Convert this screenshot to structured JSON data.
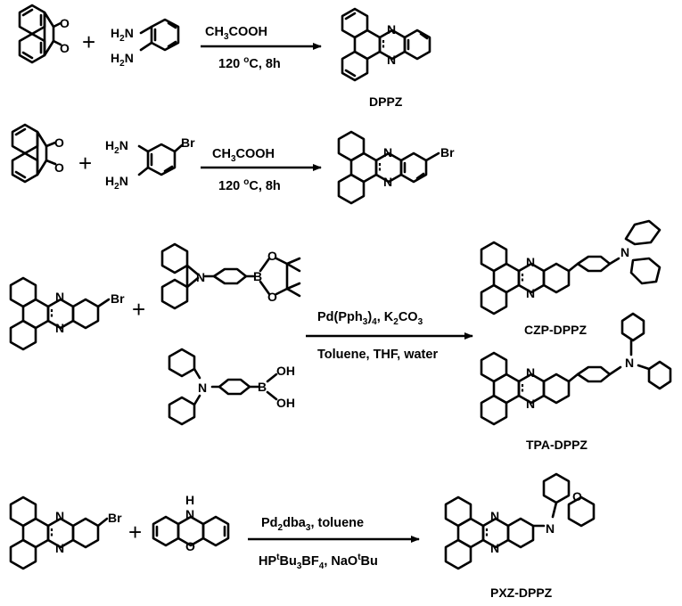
{
  "reactions": [
    {
      "reagent_top": "CH3COOH",
      "reagent_bottom": "120 oC, 8h",
      "reactant_a": "phenanthrenequinone",
      "reactant_b": "o-phenylenediamine",
      "product_name": "DPPZ"
    },
    {
      "reagent_top": "CH3COOH",
      "reagent_bottom": "120 oC, 8h",
      "reactant_a": "phenanthrenequinone",
      "reactant_b": "4-bromo-o-phenylenediamine",
      "product_substituent": "Br"
    },
    {
      "reagent_top": "Pd(Pph3)4, K2CO3",
      "reagent_bottom": "Toluene, THF, water",
      "reactant_a_substituent": "Br",
      "products": [
        "CZP-DPPZ",
        "TPA-DPPZ"
      ]
    },
    {
      "reagent_top": "Pd2dba3, toluene",
      "reagent_bottom": "HPtBu3BF4, NaOtBu",
      "reactant_a_substituent": "Br",
      "product_name": "PXZ-DPPZ"
    }
  ],
  "atom_labels": {
    "oxygen": "O",
    "nitrogen": "N",
    "amine": "H2N",
    "bromine": "Br",
    "boron": "B",
    "hydroxyl": "OH",
    "nh": "H"
  },
  "symbols": {
    "plus": "+"
  }
}
